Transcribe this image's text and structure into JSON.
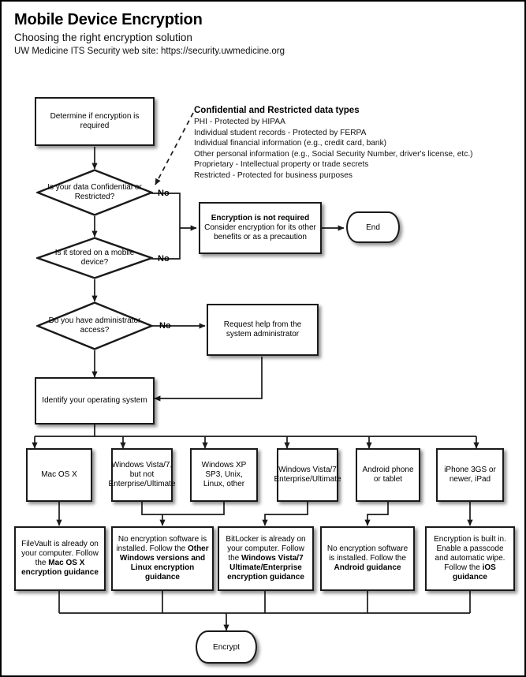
{
  "header": {
    "title": "Mobile Device Encryption",
    "subtitle": "Choosing the right encryption solution",
    "website": "UW Medicine ITS Security web site: https://security.uwmedicine.org"
  },
  "legend": {
    "title": "Confidential and Restricted data types",
    "items": [
      "PHI - Protected by HIPAA",
      "Individual student records - Protected by FERPA",
      "Individual financial information (e.g., credit card, bank)",
      "Other personal information (e.g., Social Security Number, driver's license, etc.)",
      "Proprietary - Intellectual property or trade secrets",
      "Restricted - Protected for business purposes"
    ]
  },
  "flow": {
    "start": "Determine if encryption is required",
    "decisions": [
      {
        "id": "confidential",
        "text": "Is your data Confidential or Restricted?",
        "no_label": "No"
      },
      {
        "id": "mobile",
        "text": "Is it stored on a mobile device?",
        "no_label": "No"
      },
      {
        "id": "admin",
        "text": "Do you have administrator access?",
        "no_label": "No"
      }
    ],
    "not_required": {
      "heading": "Encryption is not required",
      "body": "Consider encryption for its other benefits or as a precaution"
    },
    "end_terminal": "End",
    "request_admin": "Request help from the system administrator",
    "identify_os": "Identify your operating system",
    "os_options": [
      "Mac OS X",
      "Windows Vista/7, but not Enterprise/Ultimate",
      "Windows XP SP3, Unix, Linux, other",
      "Windows Vista/7 Enterprise/Ultimate",
      "Android phone or tablet",
      "iPhone 3GS or newer, iPad"
    ],
    "guidance": [
      {
        "id": "mac",
        "plain_a": "FileVault is already on your computer. Follow the ",
        "bold": "Mac OS X encryption guidance",
        "plain_b": ""
      },
      {
        "id": "otherwin",
        "plain_a": "No encryption software is installed. Follow the ",
        "bold": "Other Windows versions and Linux encryption guidance",
        "plain_b": ""
      },
      {
        "id": "bitlocker",
        "plain_a": "BitLocker is already on your computer. Follow the ",
        "bold": "Windows Vista/7 Ultimate/Enterprise encryption guidance",
        "plain_b": ""
      },
      {
        "id": "android",
        "plain_a": "No encryption software is installed. Follow the ",
        "bold": "Android guidance",
        "plain_b": ""
      },
      {
        "id": "ios",
        "plain_a": "Encryption is built in. Enable a passcode and automatic wipe. Follow the ",
        "bold": "iOS guidance",
        "plain_b": ""
      }
    ],
    "encrypt_terminal": "Encrypt"
  },
  "colors": {
    "stroke": "#1a1a1a",
    "fill": "#ffffff",
    "text": "#000000"
  }
}
